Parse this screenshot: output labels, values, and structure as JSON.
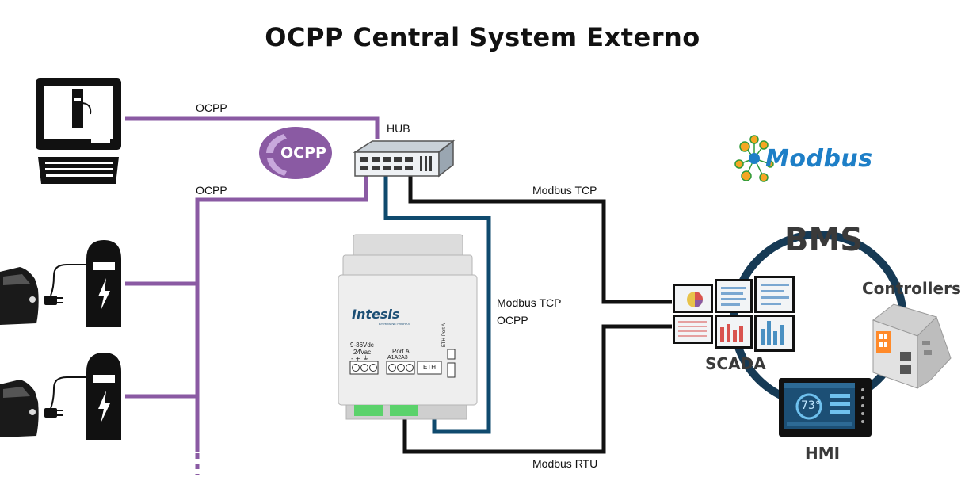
{
  "title": "OCPP Central System Externo",
  "links": {
    "ocpp_top": "OCPP",
    "ocpp_mid": "OCPP",
    "hub": "HUB",
    "modbus_tcp_top": "Modbus TCP",
    "modbus_tcp_side_1": "Modbus TCP",
    "modbus_tcp_side_2": "OCPP",
    "modbus_rtu": "Modbus RTU"
  },
  "logos": {
    "ocpp": "OCPP",
    "modbus": "Modbus"
  },
  "device": {
    "brand": "Intesis",
    "brand_sub": "BY HMS NETWORKS",
    "power_1": "9-36Vdc",
    "power_2": "24Vac",
    "power_sym": "- + ⏚",
    "port_a": "Port A",
    "port_a_pins": "A1A2A3",
    "eth": "ETH",
    "eth_port": "ETH-Port A"
  },
  "bms": {
    "label": "BMS",
    "scada": "SCADA",
    "controllers": "Controllers",
    "hmi": "HMI",
    "hmi_temp": "73°"
  },
  "colors": {
    "ocpp_purple": "#8a5aa3",
    "modbus_tcp_blue": "#0f4a6e",
    "wire_black": "#111111",
    "bms_ring": "#163a55",
    "modbus_blue": "#1e7fc7",
    "modbus_orange": "#f5a623"
  }
}
